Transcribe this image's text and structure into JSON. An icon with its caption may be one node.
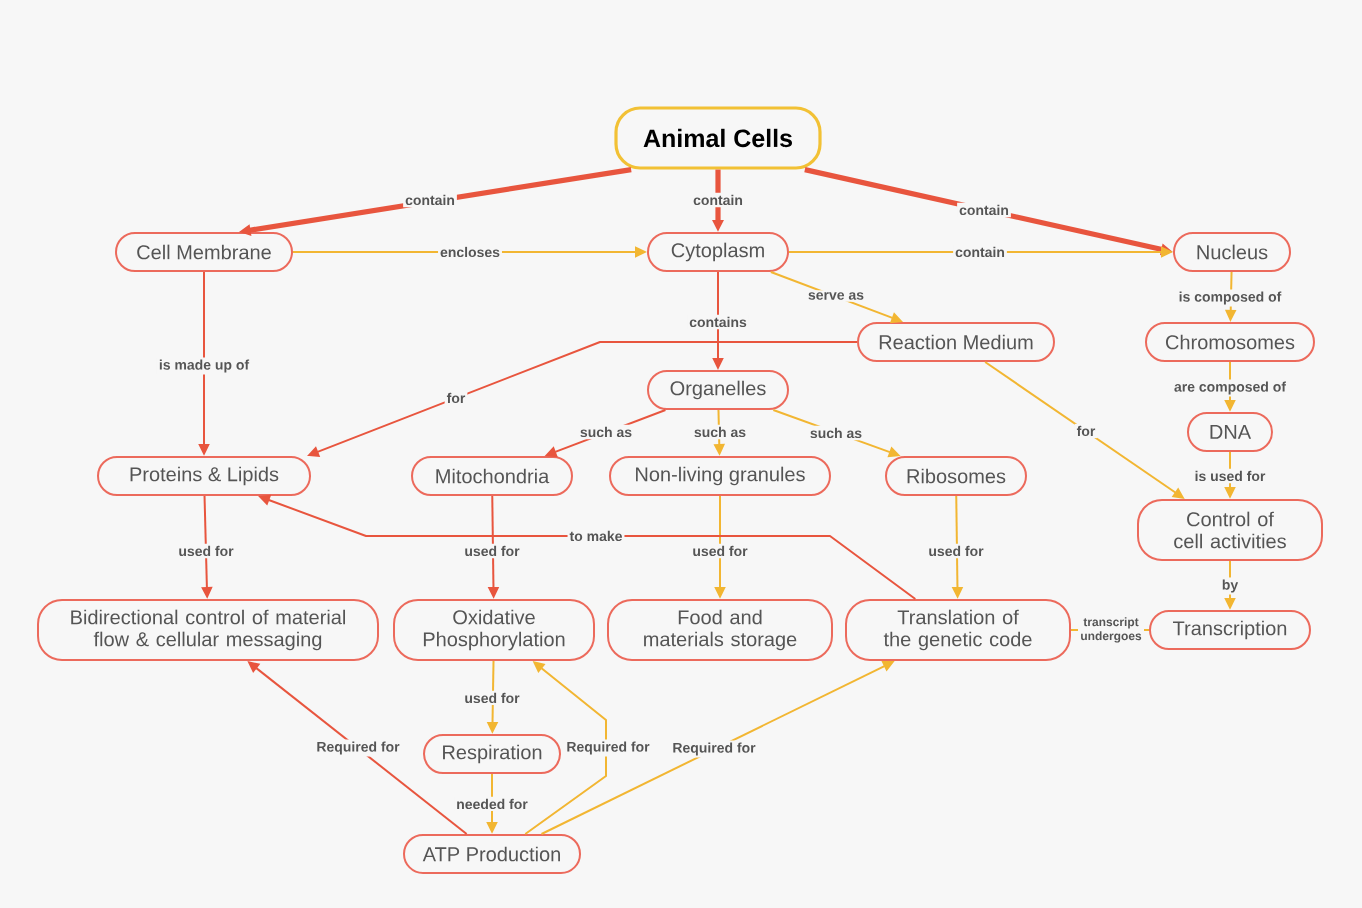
{
  "diagram": {
    "nodes": [
      {
        "text": [
          "Animal Cells"
        ]
      },
      {
        "text": [
          "Cell Membrane"
        ]
      },
      {
        "text": [
          "Cytoplasm"
        ]
      },
      {
        "text": [
          "Nucleus"
        ]
      },
      {
        "text": [
          "Reaction Medium"
        ]
      },
      {
        "text": [
          "Chromosomes"
        ]
      },
      {
        "text": [
          "Organelles"
        ]
      },
      {
        "text": [
          "DNA"
        ]
      },
      {
        "text": [
          "Proteins & Lipids"
        ]
      },
      {
        "text": [
          "Mitochondria"
        ]
      },
      {
        "text": [
          "Non-living granules"
        ]
      },
      {
        "text": [
          "Ribosomes"
        ]
      },
      {
        "text": [
          "Control of cell activities"
        ]
      },
      {
        "text": [
          "Bidirectional control of material flow & cellular messaging"
        ]
      },
      {
        "text": [
          "Oxidative Phosphorylation"
        ]
      },
      {
        "text": [
          "Food and materials storage"
        ]
      },
      {
        "text": [
          "Translation of the genetic code"
        ]
      },
      {
        "text": [
          "Transcription"
        ]
      },
      {
        "text": [
          "Respiration"
        ]
      },
      {
        "text": [
          "ATP Production"
        ]
      }
    ],
    "edges": [
      {
        "from": 0,
        "to": 1,
        "label": "contain",
        "arrow": "to",
        "style": "thick",
        "color": "#e8553e"
      },
      {
        "from": 0,
        "to": 2,
        "label": "contain",
        "arrow": "to",
        "style": "thick",
        "color": "#e8553e"
      },
      {
        "from": 0,
        "to": 3,
        "label": "contain",
        "arrow": "to",
        "style": "thick",
        "color": "#e8553e"
      },
      {
        "from": 1,
        "to": 2,
        "label": "encloses",
        "arrow": "to"
      },
      {
        "from": 2,
        "to": 3,
        "label": "contain",
        "arrow": "to"
      },
      {
        "from": 2,
        "to": 4,
        "label": "serve as",
        "arrow": "to"
      },
      {
        "from": 2,
        "to": 6,
        "label": "contains",
        "arrow": "to",
        "color": "#e8553e"
      },
      {
        "from": 1,
        "to": 8,
        "label": "is made up of",
        "arrow": "to",
        "color": "#e8553e"
      },
      {
        "from": 4,
        "to": 8,
        "label": "for",
        "arrow": "to",
        "color": "#e8553e"
      },
      {
        "from": 4,
        "to": 12,
        "label": "for",
        "arrow": "to"
      },
      {
        "from": 3,
        "to": 5,
        "label": "is composed of",
        "arrow": "to"
      },
      {
        "from": 5,
        "to": 7,
        "label": "are composed of",
        "arrow": "to"
      },
      {
        "from": 7,
        "to": 12,
        "label": "is used for",
        "arrow": "to"
      },
      {
        "from": 6,
        "to": 9,
        "label": "such as",
        "arrow": "to",
        "color": "#e8553e"
      },
      {
        "from": 6,
        "to": 10,
        "label": "such as",
        "arrow": "to"
      },
      {
        "from": 6,
        "to": 11,
        "label": "such as",
        "arrow": "to"
      },
      {
        "from": 8,
        "to": 13,
        "label": "used for",
        "arrow": "to",
        "color": "#e8553e"
      },
      {
        "from": 9,
        "to": 14,
        "label": "used for",
        "arrow": "to",
        "color": "#e8553e"
      },
      {
        "from": 10,
        "to": 15,
        "label": "used for",
        "arrow": "to"
      },
      {
        "from": 11,
        "to": 16,
        "label": "used for",
        "arrow": "to"
      },
      {
        "from": 16,
        "to": 8,
        "label": "to make",
        "arrow": "to",
        "color": "#e8553e"
      },
      {
        "from": 12,
        "to": 17,
        "label": "by",
        "arrow": "to"
      },
      {
        "from": 17,
        "to": 16,
        "label": "transcript undergoes",
        "arrow": "none"
      },
      {
        "from": 14,
        "to": 18,
        "label": "used for",
        "arrow": "to"
      },
      {
        "from": 18,
        "to": 19,
        "label": "needed for",
        "arrow": "to"
      },
      {
        "from": 19,
        "to": 13,
        "label": "Required for",
        "arrow": "to",
        "color": "#e8553e"
      },
      {
        "from": 19,
        "to": 14,
        "label": "Required for",
        "arrow": "to"
      },
      {
        "from": 19,
        "to": 16,
        "label": "Required for",
        "arrow": "to"
      }
    ]
  }
}
